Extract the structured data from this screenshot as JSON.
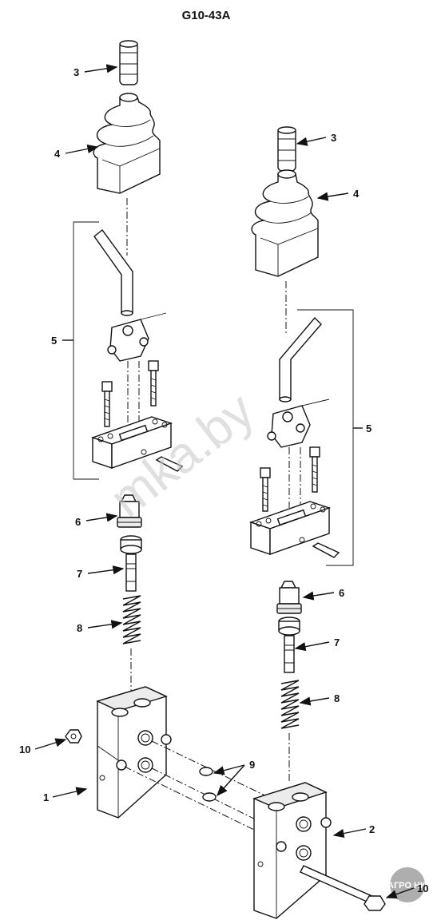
{
  "diagram": {
    "title": "G10-43A",
    "callouts": {
      "c3a": "3",
      "c4a": "4",
      "c5a": "5",
      "c6a": "6",
      "c7a": "7",
      "c8a": "8",
      "c10a": "10",
      "c1": "1",
      "c9": "9",
      "c3b": "3",
      "c4b": "4",
      "c5b": "5",
      "c6b": "6",
      "c7b": "7",
      "c8b": "8",
      "c2": "2",
      "c10b": "10"
    }
  },
  "watermark": {
    "text": "mka.by",
    "logo_text": "АГРО НК"
  },
  "colors": {
    "ink": "#111111",
    "watermark": "#c8c8c8",
    "logo": "#9a9a9a"
  }
}
